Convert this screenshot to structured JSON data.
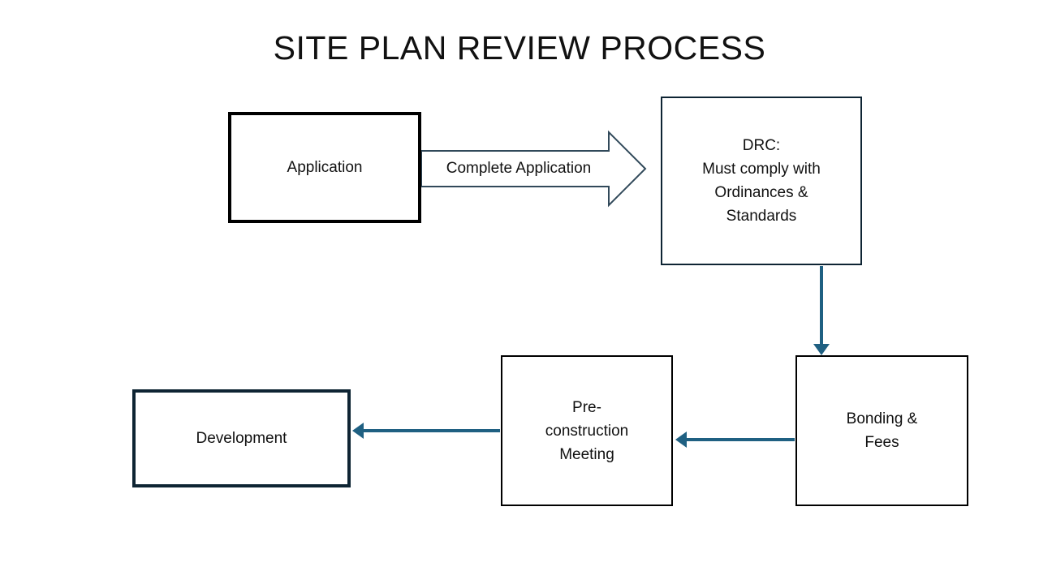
{
  "title": "SITE PLAN REVIEW PROCESS",
  "nodes": {
    "application": {
      "label": "Application"
    },
    "drc": {
      "label": "DRC:\nMust comply with\nOrdinances &\nStandards"
    },
    "bonding_fees": {
      "label": "Bonding &\nFees"
    },
    "preconstruction": {
      "label": "Pre-\nconstruction\nMeeting"
    },
    "development": {
      "label": "Development"
    }
  },
  "connectors": {
    "application_to_drc": {
      "type": "block-arrow-right",
      "label": "Complete Application"
    },
    "drc_to_bonding": {
      "type": "arrow-down",
      "label": ""
    },
    "bonding_to_preconstruction": {
      "type": "arrow-left",
      "label": ""
    },
    "preconstruction_to_development": {
      "type": "arrow-left",
      "label": ""
    }
  },
  "colors": {
    "background": "#ffffff",
    "text": "#111111",
    "black_border": "#000000",
    "navy_border": "#0e2433",
    "block_arrow_outline": "#31495a",
    "connector_arrow": "#1f6082"
  }
}
